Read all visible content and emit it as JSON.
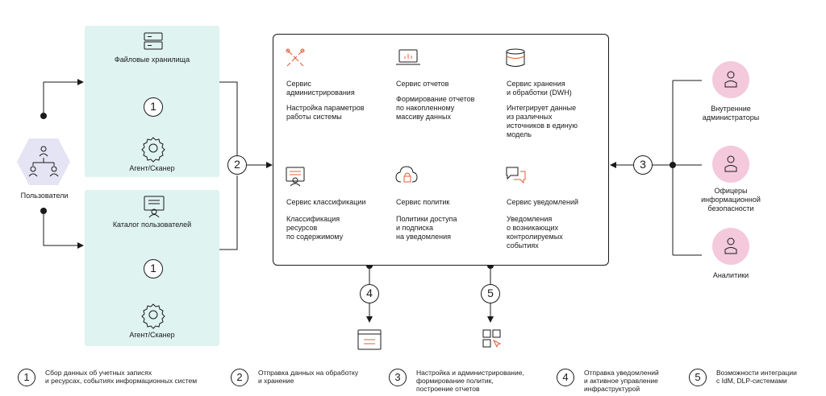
{
  "users": {
    "label": "Пользователи"
  },
  "sources": [
    {
      "title": "Файловые хранилища",
      "agent": "Агент/Сканер",
      "step": "1"
    },
    {
      "title": "Каталог пользователей",
      "agent": "Агент/Сканер",
      "step": "1"
    }
  ],
  "steps": {
    "send": "2",
    "admin": "3",
    "notify": "4",
    "integrate": "5"
  },
  "services": [
    {
      "title": "Сервис\nадминистрирования",
      "desc": "Настройка параметров\nработы системы",
      "icon": "tools-icon"
    },
    {
      "title": "Сервис отчетов",
      "desc": "Формирование отчетов\nпо накопленному\nмассиву данных",
      "icon": "chart-icon"
    },
    {
      "title": "Сервис хранения\nи обработки (DWH)",
      "desc": "Интегрирует данные\nиз различных\nисточников в единую\nмодель",
      "icon": "database-icon"
    },
    {
      "title": "Сервис классификации",
      "desc": "Классификация\nресурсов\nпо содержимому",
      "icon": "classification-icon"
    },
    {
      "title": "Сервис политик",
      "desc": "Политики доступа\nи подписка\nна уведомления",
      "icon": "cloud-lock-icon"
    },
    {
      "title": "Сервис уведомлений",
      "desc": "Уведомления\nо возникающих\nконтролируемых\nсобытиях",
      "icon": "chat-icon"
    }
  ],
  "actors": [
    {
      "label": "Внутренние\nадминистраторы"
    },
    {
      "label": "Офицеры\nинформационной\nбезопасности"
    },
    {
      "label": "Аналитики"
    }
  ],
  "legend": [
    {
      "num": "1",
      "text": "Сбор данных об учетных записях\nи ресурсах, событиях информационных систем"
    },
    {
      "num": "2",
      "text": "Отправка данных на обработку\nи хранение"
    },
    {
      "num": "3",
      "text": "Настройка и администрирование,\nформирование политик,\nпостроение отчетов"
    },
    {
      "num": "4",
      "text": "Отправка уведомлений\nи активное управление\nинфраструктурой"
    },
    {
      "num": "5",
      "text": "Возможности интеграции\nс IdM, DLP-системами"
    }
  ],
  "colors": {
    "panel": "#dff3f1",
    "actor": "#f4c9dc",
    "users_hex": "#e4e4f4"
  }
}
